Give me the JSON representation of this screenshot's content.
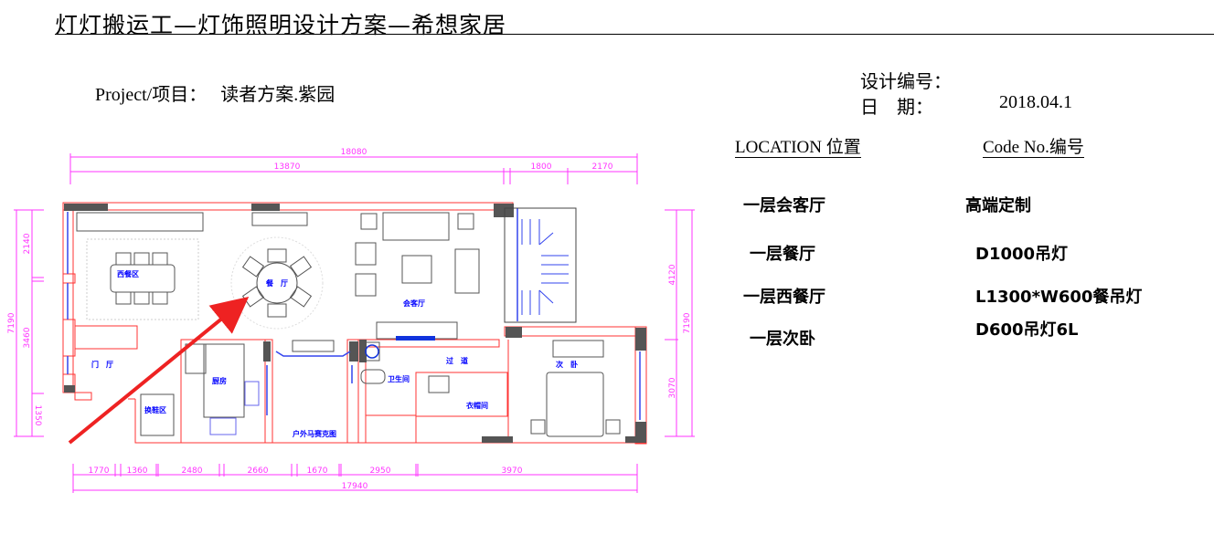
{
  "document": {
    "title": "灯灯搬运工—灯饰照明设计方案—希想家居",
    "project_label": "Project/项目：",
    "project_value": "读者方案.紫园",
    "design_no_label": "设计编号：",
    "design_no_value": "",
    "date_label": "日　期：",
    "date_value": "2018.04.1"
  },
  "schedule": {
    "location_header": "LOCATION 位置",
    "code_header": "Code No.编号",
    "rows": [
      {
        "location": "一层会客厅",
        "code": "高端定制"
      },
      {
        "location": "一层餐厅",
        "code": "D1000吊灯"
      },
      {
        "location": "一层西餐厅",
        "code": "L1300*W600餐吊灯"
      },
      {
        "location": "一层次卧",
        "code": "D600吊灯6L"
      }
    ]
  },
  "floor_plan": {
    "dim_color": "#ff33ff",
    "wall_color": "#ff3333",
    "label_color": "#0000ff",
    "arrow_color": "#ee2222",
    "top_dimensions": {
      "total": "18080",
      "segments": [
        "13870",
        "1800",
        "2170"
      ]
    },
    "bottom_dimensions": {
      "total": "17940",
      "segments": [
        "1770",
        "1360",
        "2480",
        "2660",
        "1670",
        "2950",
        "3970"
      ]
    },
    "left_dimensions": {
      "total": "7190",
      "segments": [
        "2140",
        "3460",
        "1350"
      ]
    },
    "right_dimensions": {
      "total": "7190",
      "segments": [
        "4120",
        "3070"
      ]
    },
    "rooms": {
      "western_dining": "西餐区",
      "dining": "餐　厅",
      "living": "会客厅",
      "foyer": "门　厅",
      "kitchen": "厨房",
      "shoe_area": "换鞋区",
      "outdoor_garden": "户外马赛克图",
      "bathroom": "卫生间",
      "corridor": "过　道",
      "closet": "衣帽间",
      "second_bedroom": "次　卧"
    }
  }
}
